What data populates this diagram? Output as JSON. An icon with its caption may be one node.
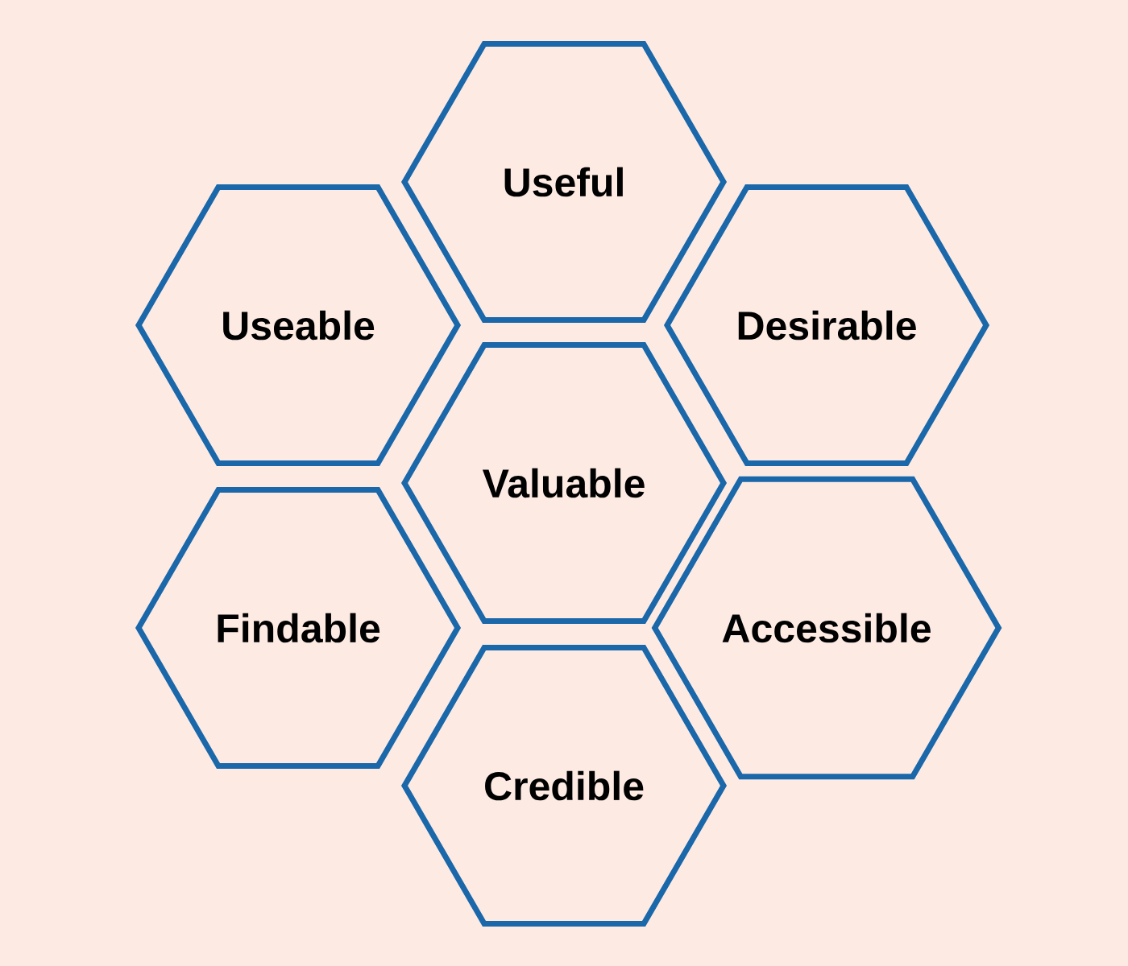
{
  "diagram": {
    "nodes": [
      {
        "text": [
          "Useful"
        ]
      },
      {
        "text": [
          "Useable"
        ]
      },
      {
        "text": [
          "Desirable"
        ]
      },
      {
        "text": [
          "Valuable"
        ]
      },
      {
        "text": [
          "Findable"
        ]
      },
      {
        "text": [
          "Accessible"
        ]
      },
      {
        "text": [
          "Credible"
        ]
      }
    ]
  }
}
